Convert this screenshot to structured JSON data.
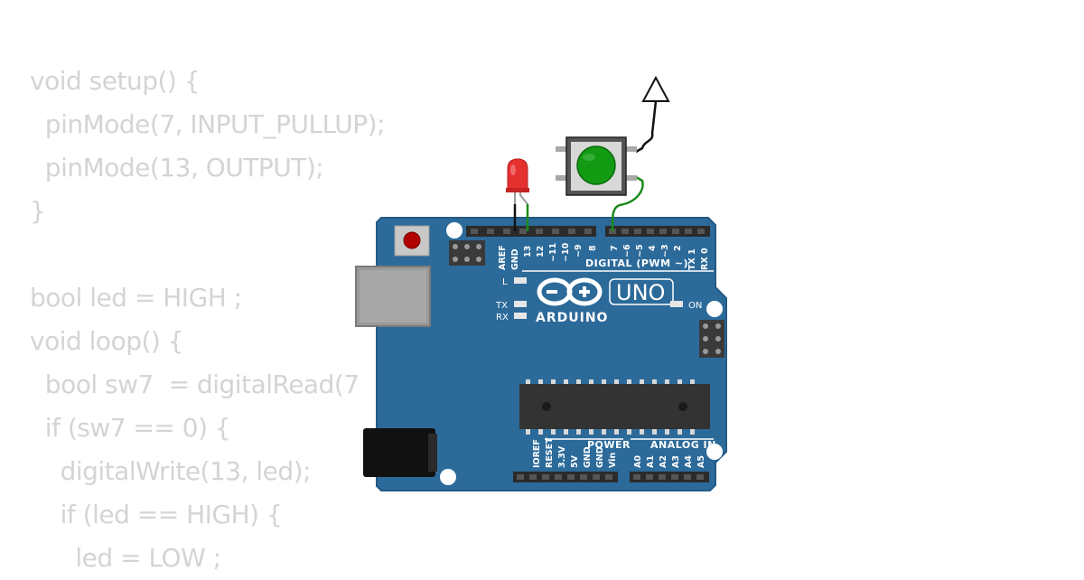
{
  "code": [
    "void setup() {",
    "  pinMode(7, INPUT_PULLUP);",
    "  pinMode(13, OUTPUT);",
    "}",
    "",
    "bool led = HIGH ;",
    "void loop() {",
    "  bool sw7  = digitalRead(7",
    "  if (sw7 == 0) {",
    "    digitalWrite(13, led);",
    "    if (led == HIGH) {",
    "      led = LOW ;"
  ],
  "board": {
    "digital_header_title": "DIGITAL (PWM ~)",
    "power_header_title": "POWER",
    "analog_header_title": "ANALOG IN",
    "logo_text": "ARDUINO",
    "model_text": "UNO",
    "on_label": "ON",
    "l_label": "L",
    "tx_label": "TX",
    "rx_label": "RX",
    "left_digital_pins": [
      "AREF",
      "GND",
      "13",
      "12",
      "~11",
      "~10",
      "~9",
      "8"
    ],
    "right_digital_pins": [
      "7",
      "~6",
      "~5",
      "4",
      "~3",
      "2",
      "TX 1",
      "RX 0"
    ],
    "power_pins": [
      "IOREF",
      "RESET",
      "3.3V",
      "5V",
      "GND",
      "GND",
      "Vin"
    ],
    "analog_pins": [
      "A0",
      "A1",
      "A2",
      "A3",
      "A4",
      "A5"
    ]
  },
  "colors": {
    "board": "#2c6a9a",
    "board_edge": "#245a85",
    "code_text": "#d4d4d4",
    "led": "#e53030",
    "button_cap": "#129a12",
    "wire_green": "#1a8a1a",
    "wire_black": "#111111"
  }
}
